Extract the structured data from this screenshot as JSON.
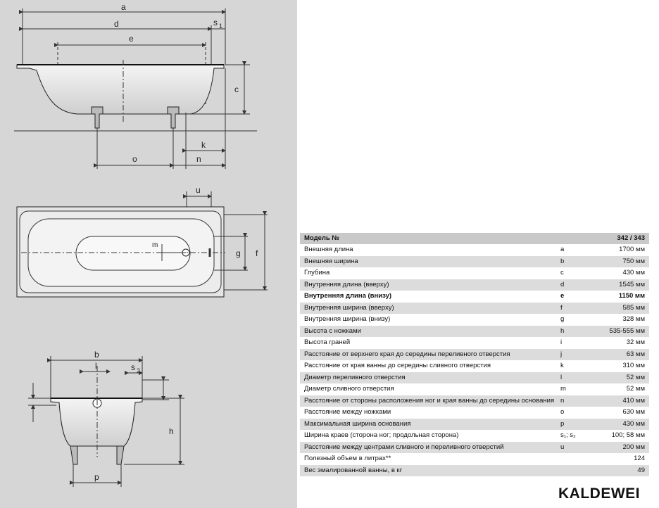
{
  "drawing": {
    "side_labels": {
      "a": "a",
      "d": "d",
      "s1": "s",
      "s1_sub": "1",
      "e": "e",
      "c": "c",
      "k": "k",
      "o": "o",
      "n": "n"
    },
    "top_labels": {
      "u": "u",
      "m": "m",
      "g": "g",
      "f": "f"
    },
    "end_labels": {
      "b": "b",
      "l": "l",
      "s2": "s",
      "s2_sub": "2",
      "h": "h",
      "p": "p"
    }
  },
  "spec_table": {
    "header": {
      "label": "Модель №",
      "code": "",
      "value": "342 / 343"
    },
    "rows": [
      {
        "label": "Внешняя длина",
        "code": "a",
        "value": "1700 мм"
      },
      {
        "label": "Внешняя ширина",
        "code": "b",
        "value": "750 мм"
      },
      {
        "label": "Глубина",
        "code": "c",
        "value": "430 мм"
      },
      {
        "label": "Внутренняя длина (вверху)",
        "code": "d",
        "value": "1545 мм"
      },
      {
        "label": "Внутренняя длина (внизу)",
        "code": "e",
        "value": "1150 мм",
        "bold": true
      },
      {
        "label": "Внутренняя ширина (вверху)",
        "code": "f",
        "value": "585 мм"
      },
      {
        "label": "Внутренняя ширина (внизу)",
        "code": "g",
        "value": "328 мм"
      },
      {
        "label": "Высота с ножками",
        "code": "h",
        "value": "535-555 мм"
      },
      {
        "label": "Высота граней",
        "code": "i",
        "value": "32 мм"
      },
      {
        "label": "Расстояние от верхнего края до середины переливного отверстия",
        "code": "j",
        "value": "63 мм"
      },
      {
        "label": "Расстояние от края ванны до середины сливного отверстия",
        "code": "k",
        "value": "310 мм"
      },
      {
        "label": "Диаметр переливного отверстия",
        "code": "l",
        "value": "52 мм"
      },
      {
        "label": "Диаметр сливного отверстия",
        "code": "m",
        "value": "52 мм"
      },
      {
        "label": "Расстояние от стороны расположения ног и края ванны до середины основания",
        "code": "n",
        "value": "410 мм"
      },
      {
        "label": "Расстояние между ножками",
        "code": "o",
        "value": "630 мм"
      },
      {
        "label": "Максимальная ширина основания",
        "code": "p",
        "value": "430 мм"
      },
      {
        "label": "Ширина краев (сторона ног; продольная сторона)",
        "code": "s₁; s₂",
        "value": "100; 58 мм"
      },
      {
        "label": "Расстояние между центрами сливного и переливного отверстий",
        "code": "u",
        "value": "200 мм"
      },
      {
        "label": "Полезный объем в литрах**",
        "code": "",
        "value": "124"
      },
      {
        "label": "Вес эмалированной ванны, в кг",
        "code": "",
        "value": "49"
      }
    ]
  },
  "brand": {
    "logo_text": "KALDEWEI"
  }
}
